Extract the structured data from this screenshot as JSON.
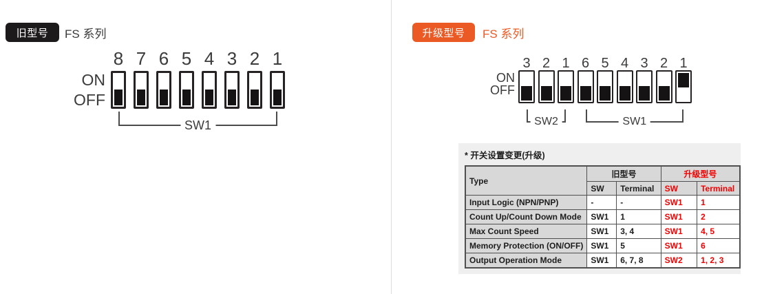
{
  "old_section": {
    "badge": "旧型号",
    "series": "FS 系列",
    "dip": {
      "on_label": "ON",
      "off_label": "OFF",
      "numbers": [
        "8",
        "7",
        "6",
        "5",
        "4",
        "3",
        "2",
        "1"
      ],
      "states": [
        "off",
        "off",
        "off",
        "off",
        "off",
        "off",
        "off",
        "off"
      ],
      "brackets": [
        {
          "label": "SW1",
          "start": 0,
          "end": 7
        }
      ]
    }
  },
  "new_section": {
    "badge": "升级型号",
    "series": "FS 系列",
    "dip": {
      "on_label": "ON",
      "off_label": "OFF",
      "numbers": [
        "3",
        "2",
        "1",
        "6",
        "5",
        "4",
        "3",
        "2",
        "1"
      ],
      "states": [
        "off",
        "off",
        "off",
        "off",
        "off",
        "off",
        "off",
        "off",
        "on"
      ],
      "brackets": [
        {
          "label": "SW2",
          "start": 0,
          "end": 2
        },
        {
          "label": "SW1",
          "start": 3,
          "end": 8
        }
      ]
    },
    "table": {
      "note_title": "* 开关设置变更(升级)",
      "col_group_type": "Type",
      "col_group_old": "旧型号",
      "col_group_new": "升级型号",
      "sub_headers": [
        "SW",
        "Terminal",
        "SW",
        "Terminal"
      ],
      "rows": [
        {
          "type": "Input Logic (NPN/PNP)",
          "old_sw": "-",
          "old_terminal": "-",
          "new_sw": "SW1",
          "new_terminal": "1"
        },
        {
          "type": "Count Up/Count Down Mode",
          "old_sw": "SW1",
          "old_terminal": "1",
          "new_sw": "SW1",
          "new_terminal": "2"
        },
        {
          "type": "Max Count Speed",
          "old_sw": "SW1",
          "old_terminal": "3, 4",
          "new_sw": "SW1",
          "new_terminal": "4, 5"
        },
        {
          "type": "Memory Protection (ON/OFF)",
          "old_sw": "SW1",
          "old_terminal": "5",
          "new_sw": "SW1",
          "new_terminal": "6"
        },
        {
          "type": "Output Operation Mode",
          "old_sw": "SW1",
          "old_terminal": "6, 7, 8",
          "new_sw": "SW2",
          "new_terminal": "1, 2, 3"
        }
      ]
    }
  },
  "colors": {
    "accent_orange": "#eb5a24",
    "badge_black": "#1d1a1b",
    "table_red": "#f20000",
    "table_header_gray": "#d8d8d8",
    "panel_gray": "#efefef",
    "divider_gray": "#dcdcdc",
    "switch_black": "#161314"
  }
}
